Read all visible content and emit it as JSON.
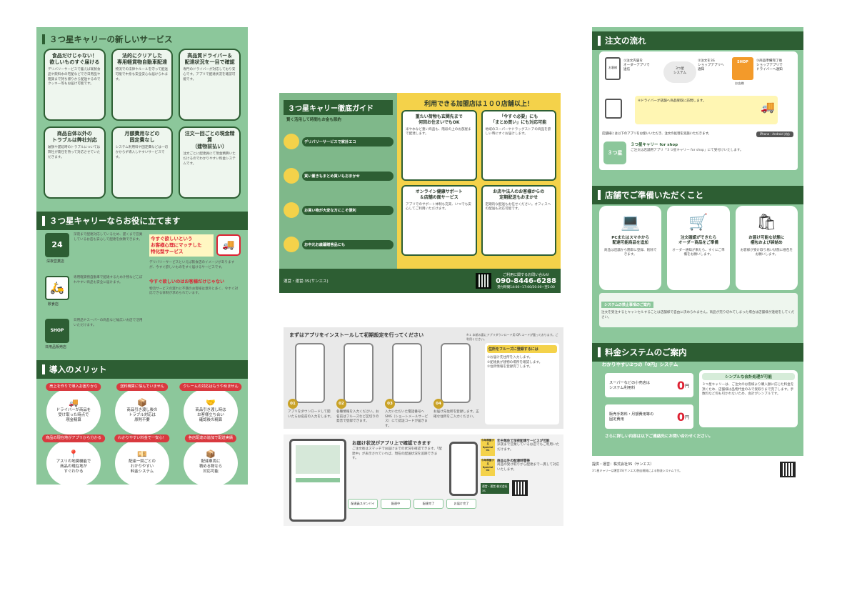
{
  "p1": {
    "sec1_title": "３つ星キャリーの新しいサービス",
    "cards": [
      {
        "title": "食品だけじゃない！\n欲しいものすぐ届ける",
        "body": "デリバリーサービスで蓄えば既製食品や飲料水の宅配などでき日用品や雑貨まで持ち帰りから配送するのでクッキー等もお届け可能です。"
      },
      {
        "title": "法的にクリアした\n専用軽貨物自動車配達",
        "body": "物流での法律やルールを守って配送可能で中身も安全安心な届けられます。"
      },
      {
        "title": "高品質ドライバー＆\n配達状況を一目で確認",
        "body": "専門のドライバーが対応しており安心です。アプリで配達状況を確認可能です。"
      },
      {
        "title": "商品自体以外の\nトラブルは弊社対応",
        "body": "破損や遅延時のトラブルについては弊社が責任を持って対応させていただきます。"
      },
      {
        "title": "月額費用などの\n固定費なし",
        "body": "システム利用料や固定費などは一切かからず導入しやすいサービスです。"
      },
      {
        "title": "注文一回ごとの現金精算\n（建物前払い）",
        "body": "注文ごとに配達員にて現金精算いただけるのでわかりやすい料金システムです。"
      }
    ],
    "sec2_title": "３つ星キャリーならお役に立てます",
    "items": [
      {
        "badge": "24",
        "label": "深夜営業店",
        "body": "深夜まで配達対応しているため、遅くまで営業しているお店も安心して配達を依頼できます。"
      },
      {
        "label": "飲食店",
        "body": "専用軽貨物自動車で配達するため汁物などこぼれやすい商品も安全に届けます。"
      },
      {
        "badge": "SHOP",
        "label": "日用品販売店",
        "body": "日用品やスーパーの商品など幅広いお店で活用いただけます。"
      }
    ],
    "note1_title": "今すぐ欲しいという\nお客様心理にマッチした\n特化型サービス",
    "note1_body": "デリバリーサービスといえば飲食店のイメージがありますが、今すぐ欲しいものをすぐ届けるサービスです。",
    "note2_title": "今すぐ欲しいのはお客様だけじゃない",
    "note2_body": "物流サービスの遅れに不満のお客様は意外と多く、今すぐ対応できる体制が求められています。",
    "sec3_title": "導入のメリット",
    "merits": [
      {
        "ribbon": "売上を作りで導入お困りから",
        "text": "ドライバーが商品を\n受け取った時点で\n現金精算"
      },
      {
        "ribbon": "送料精算に悩んでいません",
        "text": "商品引き渡し後の\nトラブル対応は\n原則不要"
      },
      {
        "ribbon": "クレームの対応はもうやめません",
        "text": "商品引き渡し時は\nお客様立ち合い\n確認後の精算"
      },
      {
        "ribbon": "商品の現在地がアプリから分かる",
        "text": "アスリの地図機能で\n商品の現在地が\nすぐわかる"
      },
      {
        "ribbon": "わかりやすい料金で一安心！",
        "text": "配達一回ごとの\nわかりやすい\n料金システム"
      },
      {
        "ribbon": "各店配達の追加で配送実績",
        "text": "配達車両に\n積める物なら\n対応可能"
      }
    ]
  },
  "p2": {
    "title": "３つ星キャリー徹底ガイド",
    "subtitle": "賢く活用して時間もお金も節約",
    "bubbles": [
      "デリバリーサービスで家計エコ",
      "買い置きもまとめ買いもおまかせ",
      "お買い物が大変な方にこそ便利",
      "お中元お歳暮贈答品にも"
    ],
    "right_title": "利用できる加盟店は１００店舗以上！",
    "boxes": [
      {
        "title": "重たい荷物も玄関先まで\n何回お住まいでもOK",
        "body": "米や水など重い商品も、階段の上のお部屋まで配達します。"
      },
      {
        "title": "「今すぐ必要」にも\n「まとめ買い」にも対応可能",
        "body": "地域のスーパーやドラッグストアの商品を欲しい時にすぐお届けします。"
      },
      {
        "title": "オンライン健康サポート\n＆店舗の面サービス",
        "body": "アプリでのサポート体制も充実、いつでも安心してご利用いただけます。"
      },
      {
        "title": "お店や法人のお客様からの\n定期配送もおまかせ",
        "body": "定期的な配送もお任せください。オフィスへの配送も対応可能です。"
      }
    ],
    "company": "運営・運営:3S(サンエス)",
    "contact_label": "ご利用に関するお問い合わせ",
    "phone": "090-8446-6288",
    "hours": "受付時間14:00~17:00/20:00~翌2:00"
  },
  "p3": {
    "title": "まずはアプリをインストールして初期設定を行ってください",
    "note": "※１ 本紙の裏にアプリダウンロード用 QR コードが載っております。ご利用ください。",
    "steps": [
      {
        "n": "01",
        "text": "アプリをダウンロードして開いたらお名前の入力をします。"
      },
      {
        "n": "02",
        "text": "各種情報を入力ください。お名前はフルーズなど区切りの発音で登録できます。"
      },
      {
        "n": "03",
        "text": "入力いただいた電話番号へSMS（ショートメールサービス）にて認証コードが届きます。"
      },
      {
        "n": "04",
        "text": "お届け先住所を登録します。正確な住所をご入力ください。"
      }
    ],
    "side_title": "住所をフルーズに登録するには",
    "side_body": "①お届け先住所を入力します。\n②配達員が建物の場所を確認します。\n③住所情報を登録完了します。"
  },
  "p4": {
    "title": "お届け状況がアプリ上で確認できます",
    "body": "ご注文後はスマッチでお届けまでの状況を確認できます。「配達中」が表示されていれば、現在の配送状況を追跡できます。",
    "labels": [
      "配達員スタンバイ",
      "配達中",
      "配達完了",
      "お届け完了"
    ],
    "badge1": "今年稼働する\nSpecial\n01",
    "spec1_title": "年中無休で深夜配達サービスが可能",
    "spec1_body": "深夜まで営業しているお店でもご利用いただけます。",
    "badge2": "今年稼働する\nSpecial\n02",
    "spec2_title": "商品以外の配達時間帯",
    "spec2_body": "商品の受け取りから配達まで一貫して対応いたします。",
    "company": "運営・運営:株式会社3S"
  },
  "p5": {
    "sec1_title": "注文の流れ",
    "flow": [
      "①注文内容を\nオーダーアプリで\n送信",
      "②注文を3S\nショップアプリへ\n通知",
      "③商品準備完了後\nショップアプリで\nドライバーへ通知",
      "④ドライバーが店舗へ商品受取に訪問します。"
    ],
    "system": "3つ星\nシステム",
    "store": "お店様",
    "customer": "お客様",
    "shop_label": "SHOP",
    "brand_note": "店舗様には以下のアプリをお使いいただき、注文の処理を実施いただきます。",
    "device": "iPhone・Android 対応",
    "app_name": "３つ星キャリー for shop",
    "app_desc": "ご注文は店舗用アプリ「３つ星キャリー for shop」にて受付けいたします。",
    "sec2_title": "店舗でご準備いただくこと",
    "prep": [
      {
        "title": "PCまたはスマホから\n配達可能商品を追加",
        "body": "商品は店舗から簡単に登録、削除できます。"
      },
      {
        "title": "注文確認ができたら\nオーダー商品をご準備",
        "body": "オーダー通知が来たら、すぐにご準備をお願いします。"
      },
      {
        "title": "お届け可能な状態に\n梱包および袋詰め",
        "body": "お客様が受け取り易い状態に梱包をお願いします。"
      }
    ],
    "sec3_title": "システムの禁止事項のご案内",
    "sec3_body": "注文を受注するとキャンセルすることは店舗様で自由に決められません。商品が売り切れてしまった場合は店舗様が連絡をしてください。",
    "sec4_title": "料金システムのご案内",
    "price_sub": "わかりやすい2つの『0円』システム",
    "fees": [
      {
        "label": "スーパーなどの小売店は\nシステム利用料",
        "value": "0",
        "unit": "円"
      },
      {
        "label": "販売手数料・月額費用等の\n固定費用",
        "value": "0",
        "unit": "円"
      }
    ],
    "bubble_title": "シンプルな会計処理が可能",
    "bubble_body": "３つ星キャリーは、ご注文のお客様より購入額に応じた料金を頂くため、店舗様は品物代金のみで受取りまで完了します。手数料など何も引かれないため、会計がシンプルです。",
    "bottom_note": "さらに詳しい内容は以下ご連絡先にお問い合わせください。",
    "footer_company": "提供・運営：株式会社3S（サンエス）",
    "footer_note": "3つ星キャリーは運営3S(サンエス)独自開発による物流システムです。"
  }
}
